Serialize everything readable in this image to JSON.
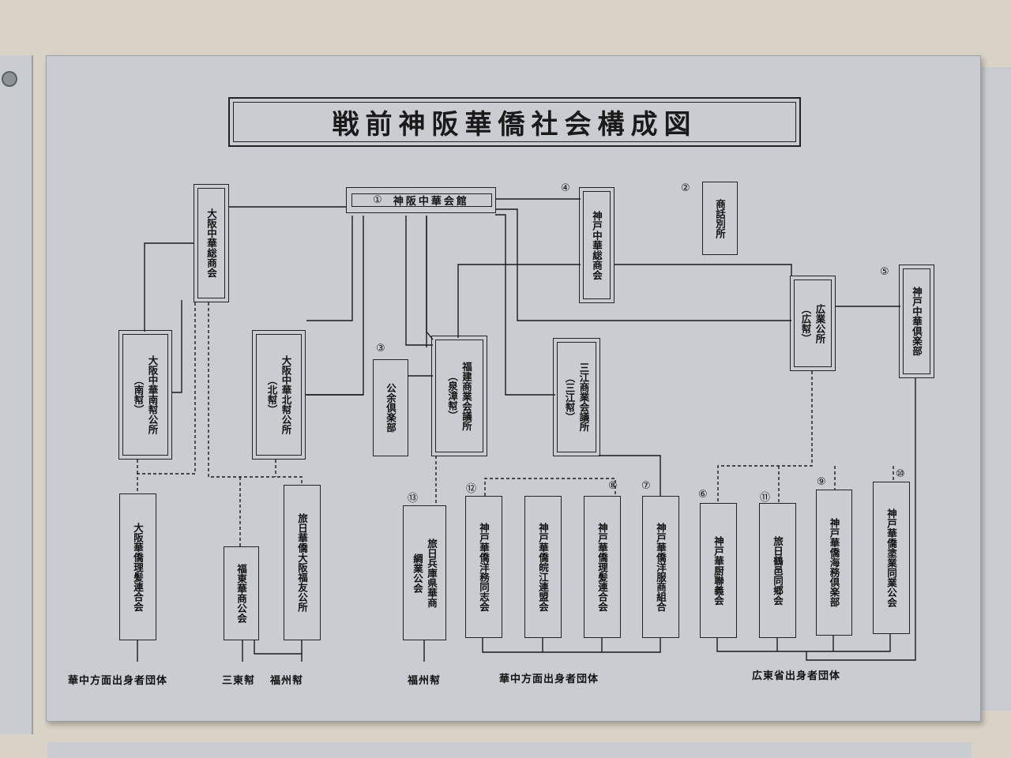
{
  "title": "戦前神阪華僑社会構成図",
  "nodes": {
    "kobe_kaikan": {
      "num": "①",
      "label": "神阪中華会館"
    },
    "shouwa": {
      "num": "②",
      "label": "商話別所"
    },
    "kouyo": {
      "num": "③",
      "label": "公余倶楽部"
    },
    "kobe_soushoukai": {
      "num": "④",
      "label": "神戸中華総商会"
    },
    "kobe_club": {
      "num": "⑤",
      "label": "神戸中華倶楽部"
    },
    "osaka_soushoukai": {
      "label": "大阪中華総商会"
    },
    "osaka_nan": {
      "col1": "大阪中華南幇公所",
      "col2": "（南幇）"
    },
    "osaka_hoku": {
      "col1": "大阪中華北幇公所",
      "col2": "（北幇）"
    },
    "fukken": {
      "col1": "福建商業会議所",
      "col2": "（泉漳幇）"
    },
    "sanko": {
      "col1": "三江商業会議所",
      "col2": "（三江幇）"
    },
    "kanton": {
      "col1": "広業公所",
      "col2": "（広幇）"
    },
    "b1": {
      "label": "大阪華僑理髪連合会"
    },
    "b2": {
      "label": "福東華商公会"
    },
    "b3": {
      "label": "旅日華僑大阪福友公所"
    },
    "b4": {
      "num": "⑬",
      "col1": "旅日兵庫県華商",
      "col2": "綢業公会"
    },
    "b5": {
      "num": "⑫",
      "label": "神戸華僑洋務同志会"
    },
    "b6": {
      "label": "神戸華僑皖江連盟会"
    },
    "b7": {
      "num": "⑧",
      "label": "神戸華僑理髪連合会"
    },
    "b8": {
      "num": "⑦",
      "label": "神戸華僑洋服商組合"
    },
    "b9": {
      "num": "⑥",
      "label": "神戸華厨聯義会"
    },
    "b10": {
      "num": "⑪",
      "label": "旅日鶴邑同郷会"
    },
    "b11": {
      "num": "⑨",
      "label": "神戸華僑海務倶楽部"
    },
    "b12": {
      "num": "⑩",
      "label": "神戸華僑塗業同業公会"
    }
  },
  "footer": {
    "f1": "華中方面出身者団体",
    "f2": "三東幇",
    "f3": "福州幇",
    "f4": "福州幇",
    "f5": "華中方面出身者団体",
    "f6": "広東省出身者団体"
  }
}
